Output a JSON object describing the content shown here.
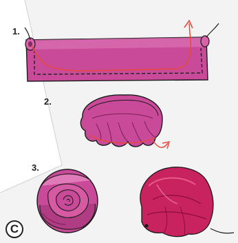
{
  "panel_label": "C",
  "steps": [
    {
      "number": "1."
    },
    {
      "number": "2."
    },
    {
      "number": "3."
    }
  ],
  "colors": {
    "fabric": "#c94a98",
    "fabric_light": "#e07ab8",
    "fabric_dark": "#7a1e55",
    "satin": "#c8225f",
    "satin_dark": "#8a0e3a",
    "thread_red": "#e8483a",
    "outline": "#1a1a1a"
  }
}
